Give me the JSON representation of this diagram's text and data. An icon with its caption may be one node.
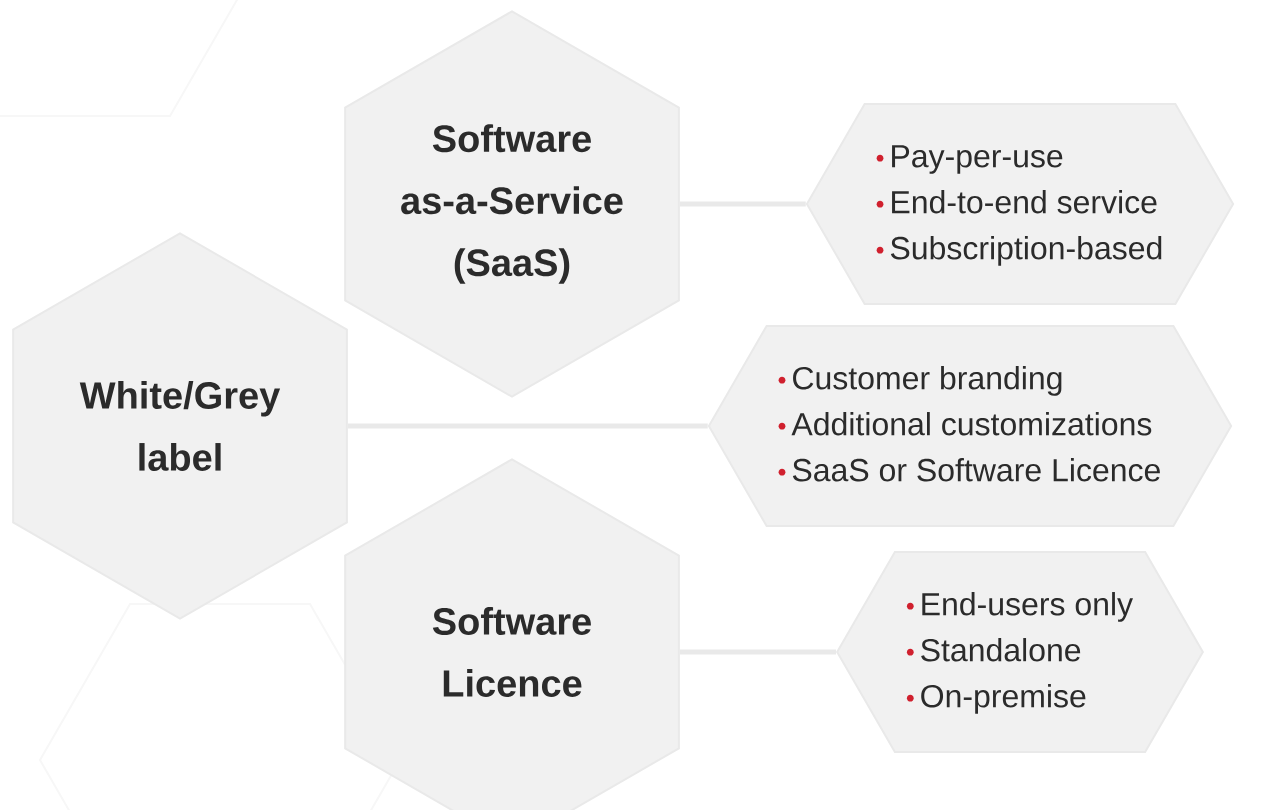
{
  "diagram": {
    "nodes": [
      {
        "text": [
          "Software as-a-Service (SaaS)"
        ]
      },
      {
        "text": [
          "Pay-per-use",
          "End-to-end service",
          "Subscription-based"
        ]
      },
      {
        "text": [
          "White/Grey label"
        ]
      },
      {
        "text": [
          "Customer branding",
          "Additional customizations",
          "SaaS or Software Licence"
        ]
      },
      {
        "text": [
          "Software Licence"
        ]
      },
      {
        "text": [
          "End-users only",
          "Standalone",
          "On-premise"
        ]
      }
    ],
    "edges": [
      {
        "from": 0,
        "to": 1,
        "arrow": "none"
      },
      {
        "from": 2,
        "to": 3,
        "arrow": "none"
      },
      {
        "from": 4,
        "to": 5,
        "arrow": "none"
      }
    ]
  }
}
